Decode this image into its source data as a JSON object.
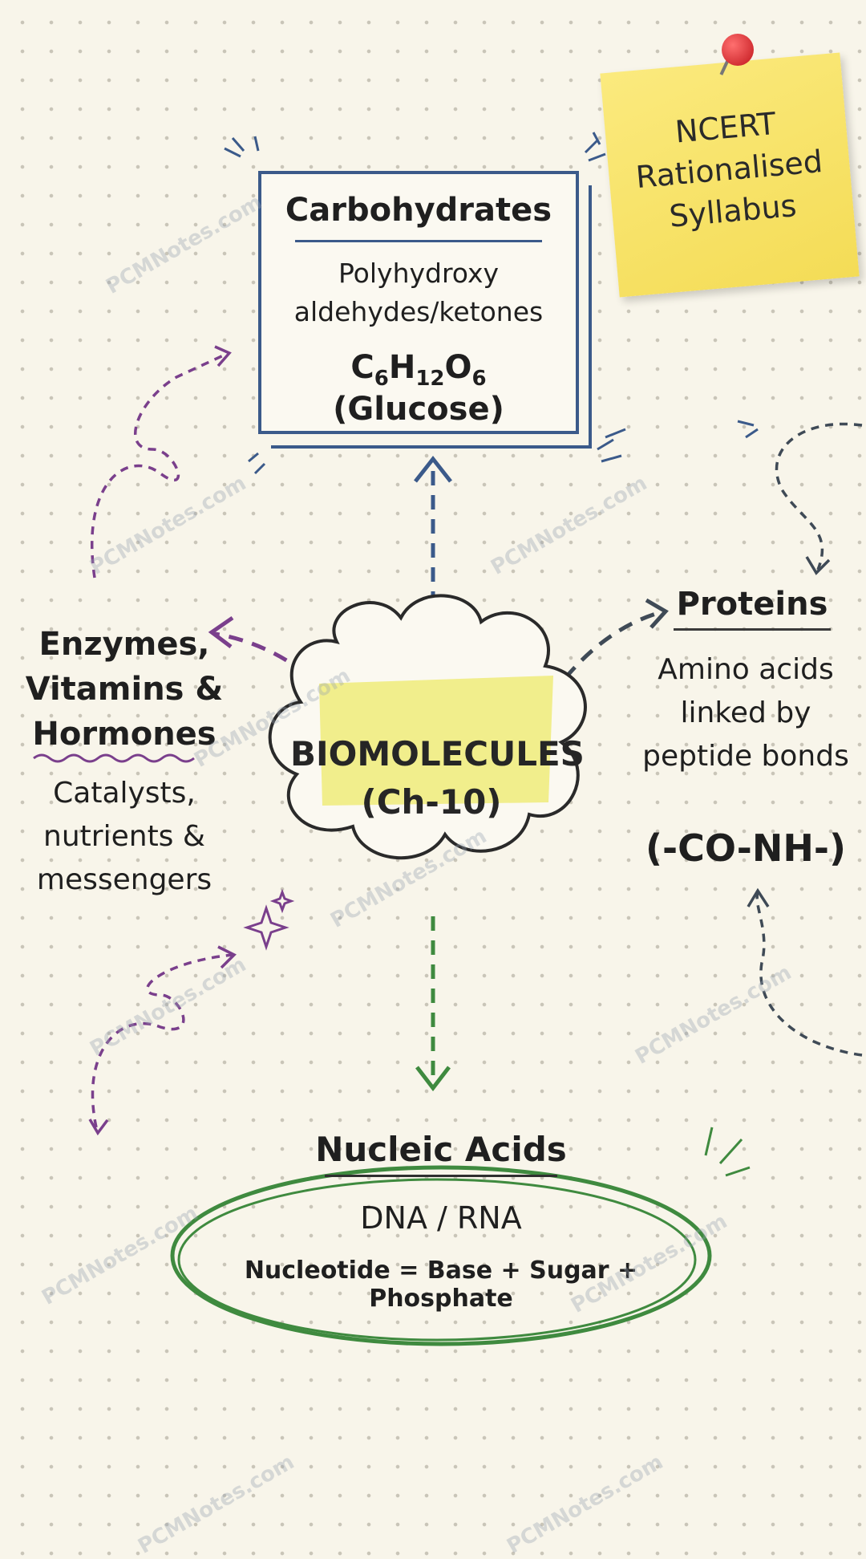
{
  "badge": {
    "lines": [
      "NCERT",
      "Rationalised",
      "Syllabus"
    ],
    "color": "#f4dc56"
  },
  "carbohydrates": {
    "title": "Carbohydrates",
    "description_lines": [
      "Polyhydroxy",
      "aldehydes/ketones"
    ],
    "formula": {
      "c": "C",
      "c_sub": "6",
      "h": "H",
      "h_sub": "12",
      "o": "O",
      "o_sub": "6",
      "suffix": " (Glucose)"
    },
    "color": "#3b5a8a"
  },
  "center": {
    "lines": [
      "BIOMOLECULES",
      "(Ch-10)"
    ],
    "highlight_color": "#eeea6a"
  },
  "proteins": {
    "title": "Proteins",
    "description_lines": [
      "Amino acids",
      "linked by",
      "peptide bonds"
    ],
    "formula": "(-CO-NH-)",
    "color": "#3f4a56"
  },
  "enzymes": {
    "title_lines": [
      "Enzymes,",
      "Vitamins &",
      "Hormones"
    ],
    "description_lines": [
      "Catalysts,",
      "nutrients &",
      "messengers"
    ],
    "color": "#7a3f8c"
  },
  "nucleic_acids": {
    "title": "Nucleic Acids",
    "subtitle": "DNA / RNA",
    "formula": "Nucleotide = Base + Sugar + Phosphate",
    "color": "#3f8a3f"
  },
  "watermark": "PCMNotes.com"
}
